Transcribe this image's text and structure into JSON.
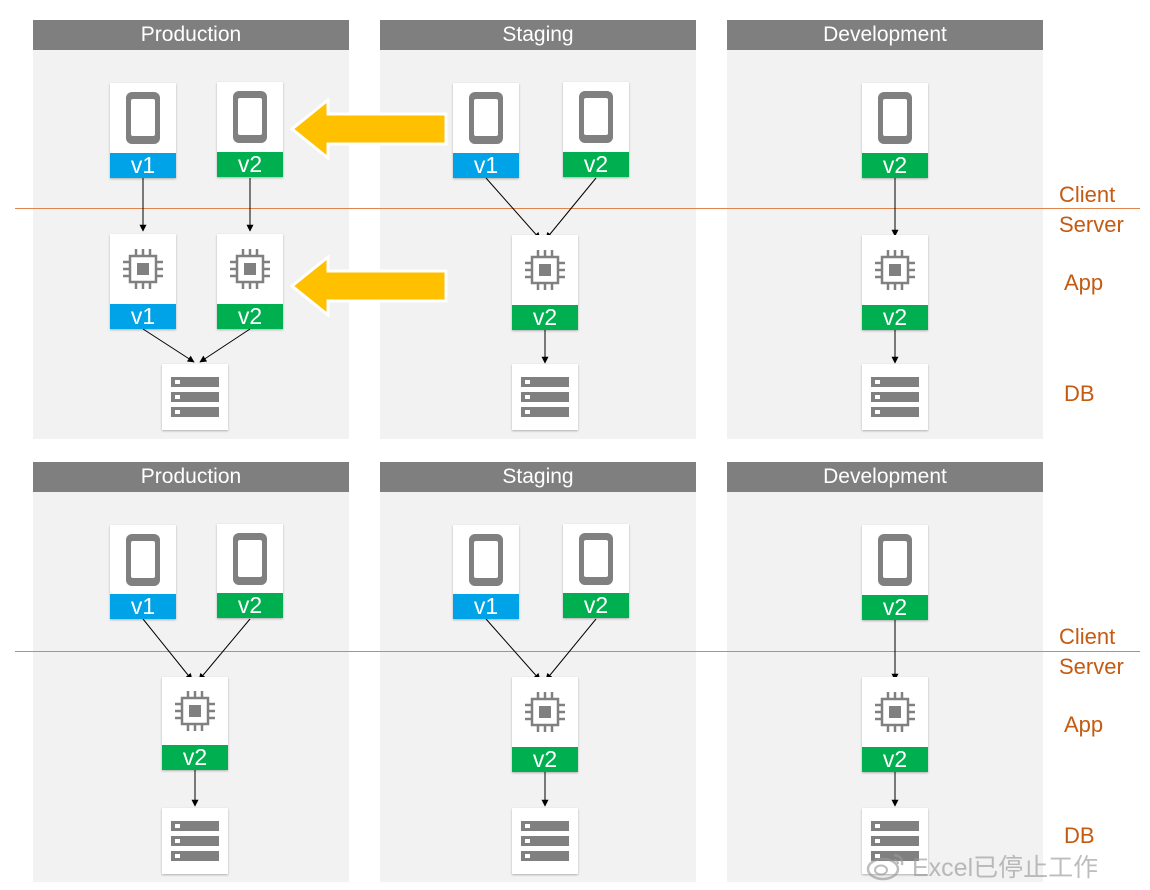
{
  "environments": {
    "production": "Production",
    "staging": "Staging",
    "development": "Development"
  },
  "versions": {
    "v1": "v1",
    "v2": "v2"
  },
  "tiers": {
    "client": "Client",
    "server": "Server",
    "app": "App",
    "db": "DB"
  },
  "watermark": "Excel已停止工作",
  "colors": {
    "header": "#7f7f7f",
    "panel": "#f2f2f2",
    "v1": "#00a2e8",
    "v2": "#00b050",
    "arrow": "#ffc000",
    "tier_label": "#c55a11",
    "divider": "#e0844e"
  },
  "icons": {
    "client": "phone-icon",
    "app": "cpu-chip-icon",
    "db": "server-rack-icon"
  }
}
